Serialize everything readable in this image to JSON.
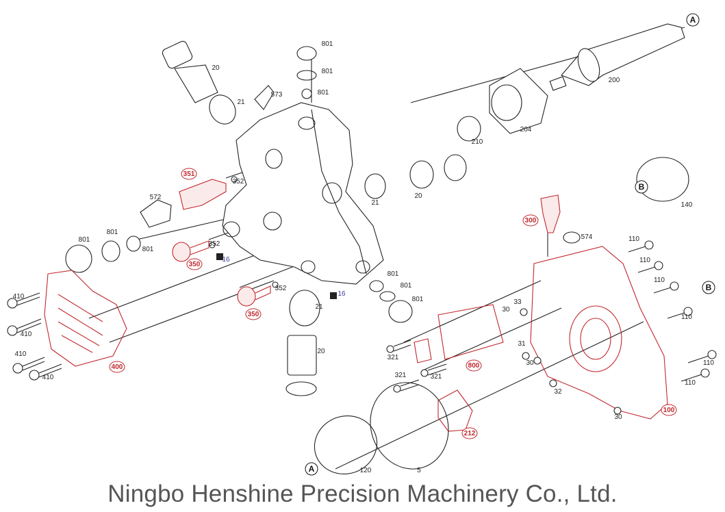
{
  "footer": {
    "company": "Ningbo Henshine Precision Machinery Co., Ltd."
  },
  "colors": {
    "highlight_part": "#c0272d",
    "part": "#222222",
    "accent_label": "#3a3aa0",
    "footer_text": "#555555"
  },
  "labels": [
    {
      "text": "20",
      "style": "plain"
    },
    {
      "text": "801",
      "style": "plain"
    },
    {
      "text": "801",
      "style": "plain"
    },
    {
      "text": "801",
      "style": "plain"
    },
    {
      "text": "573",
      "style": "plain"
    },
    {
      "text": "21",
      "style": "plain"
    },
    {
      "text": "A",
      "style": "ref"
    },
    {
      "text": "200",
      "style": "plain"
    },
    {
      "text": "204",
      "style": "plain"
    },
    {
      "text": "210",
      "style": "plain"
    },
    {
      "text": "351",
      "style": "red"
    },
    {
      "text": "352",
      "style": "plain"
    },
    {
      "text": "21",
      "style": "plain"
    },
    {
      "text": "20",
      "style": "plain"
    },
    {
      "text": "B",
      "style": "ref"
    },
    {
      "text": "140",
      "style": "plain"
    },
    {
      "text": "572",
      "style": "plain"
    },
    {
      "text": "300",
      "style": "red"
    },
    {
      "text": "574",
      "style": "plain"
    },
    {
      "text": "801",
      "style": "plain"
    },
    {
      "text": "801",
      "style": "plain"
    },
    {
      "text": "801",
      "style": "plain"
    },
    {
      "text": "352",
      "style": "plain"
    },
    {
      "text": "350",
      "style": "red"
    },
    {
      "text": "16",
      "style": "blue"
    },
    {
      "text": "110",
      "style": "plain"
    },
    {
      "text": "110",
      "style": "plain"
    },
    {
      "text": "110",
      "style": "plain"
    },
    {
      "text": "B",
      "style": "ref"
    },
    {
      "text": "110",
      "style": "plain"
    },
    {
      "text": "801",
      "style": "plain"
    },
    {
      "text": "801",
      "style": "plain"
    },
    {
      "text": "801",
      "style": "plain"
    },
    {
      "text": "352",
      "style": "plain"
    },
    {
      "text": "16",
      "style": "blue"
    },
    {
      "text": "21",
      "style": "plain"
    },
    {
      "text": "350",
      "style": "red"
    },
    {
      "text": "33",
      "style": "plain"
    },
    {
      "text": "30",
      "style": "plain"
    },
    {
      "text": "410",
      "style": "plain"
    },
    {
      "text": "410",
      "style": "plain"
    },
    {
      "text": "410",
      "style": "plain"
    },
    {
      "text": "410",
      "style": "plain"
    },
    {
      "text": "400",
      "style": "red"
    },
    {
      "text": "321",
      "style": "plain"
    },
    {
      "text": "800",
      "style": "red"
    },
    {
      "text": "31",
      "style": "plain"
    },
    {
      "text": "30",
      "style": "plain"
    },
    {
      "text": "110",
      "style": "plain"
    },
    {
      "text": "110",
      "style": "plain"
    },
    {
      "text": "20",
      "style": "plain"
    },
    {
      "text": "321",
      "style": "plain"
    },
    {
      "text": "321",
      "style": "plain"
    },
    {
      "text": "32",
      "style": "plain"
    },
    {
      "text": "212",
      "style": "red"
    },
    {
      "text": "100",
      "style": "red"
    },
    {
      "text": "30",
      "style": "plain"
    },
    {
      "text": "A",
      "style": "ref"
    },
    {
      "text": "5",
      "style": "plain"
    },
    {
      "text": "120",
      "style": "plain"
    }
  ]
}
